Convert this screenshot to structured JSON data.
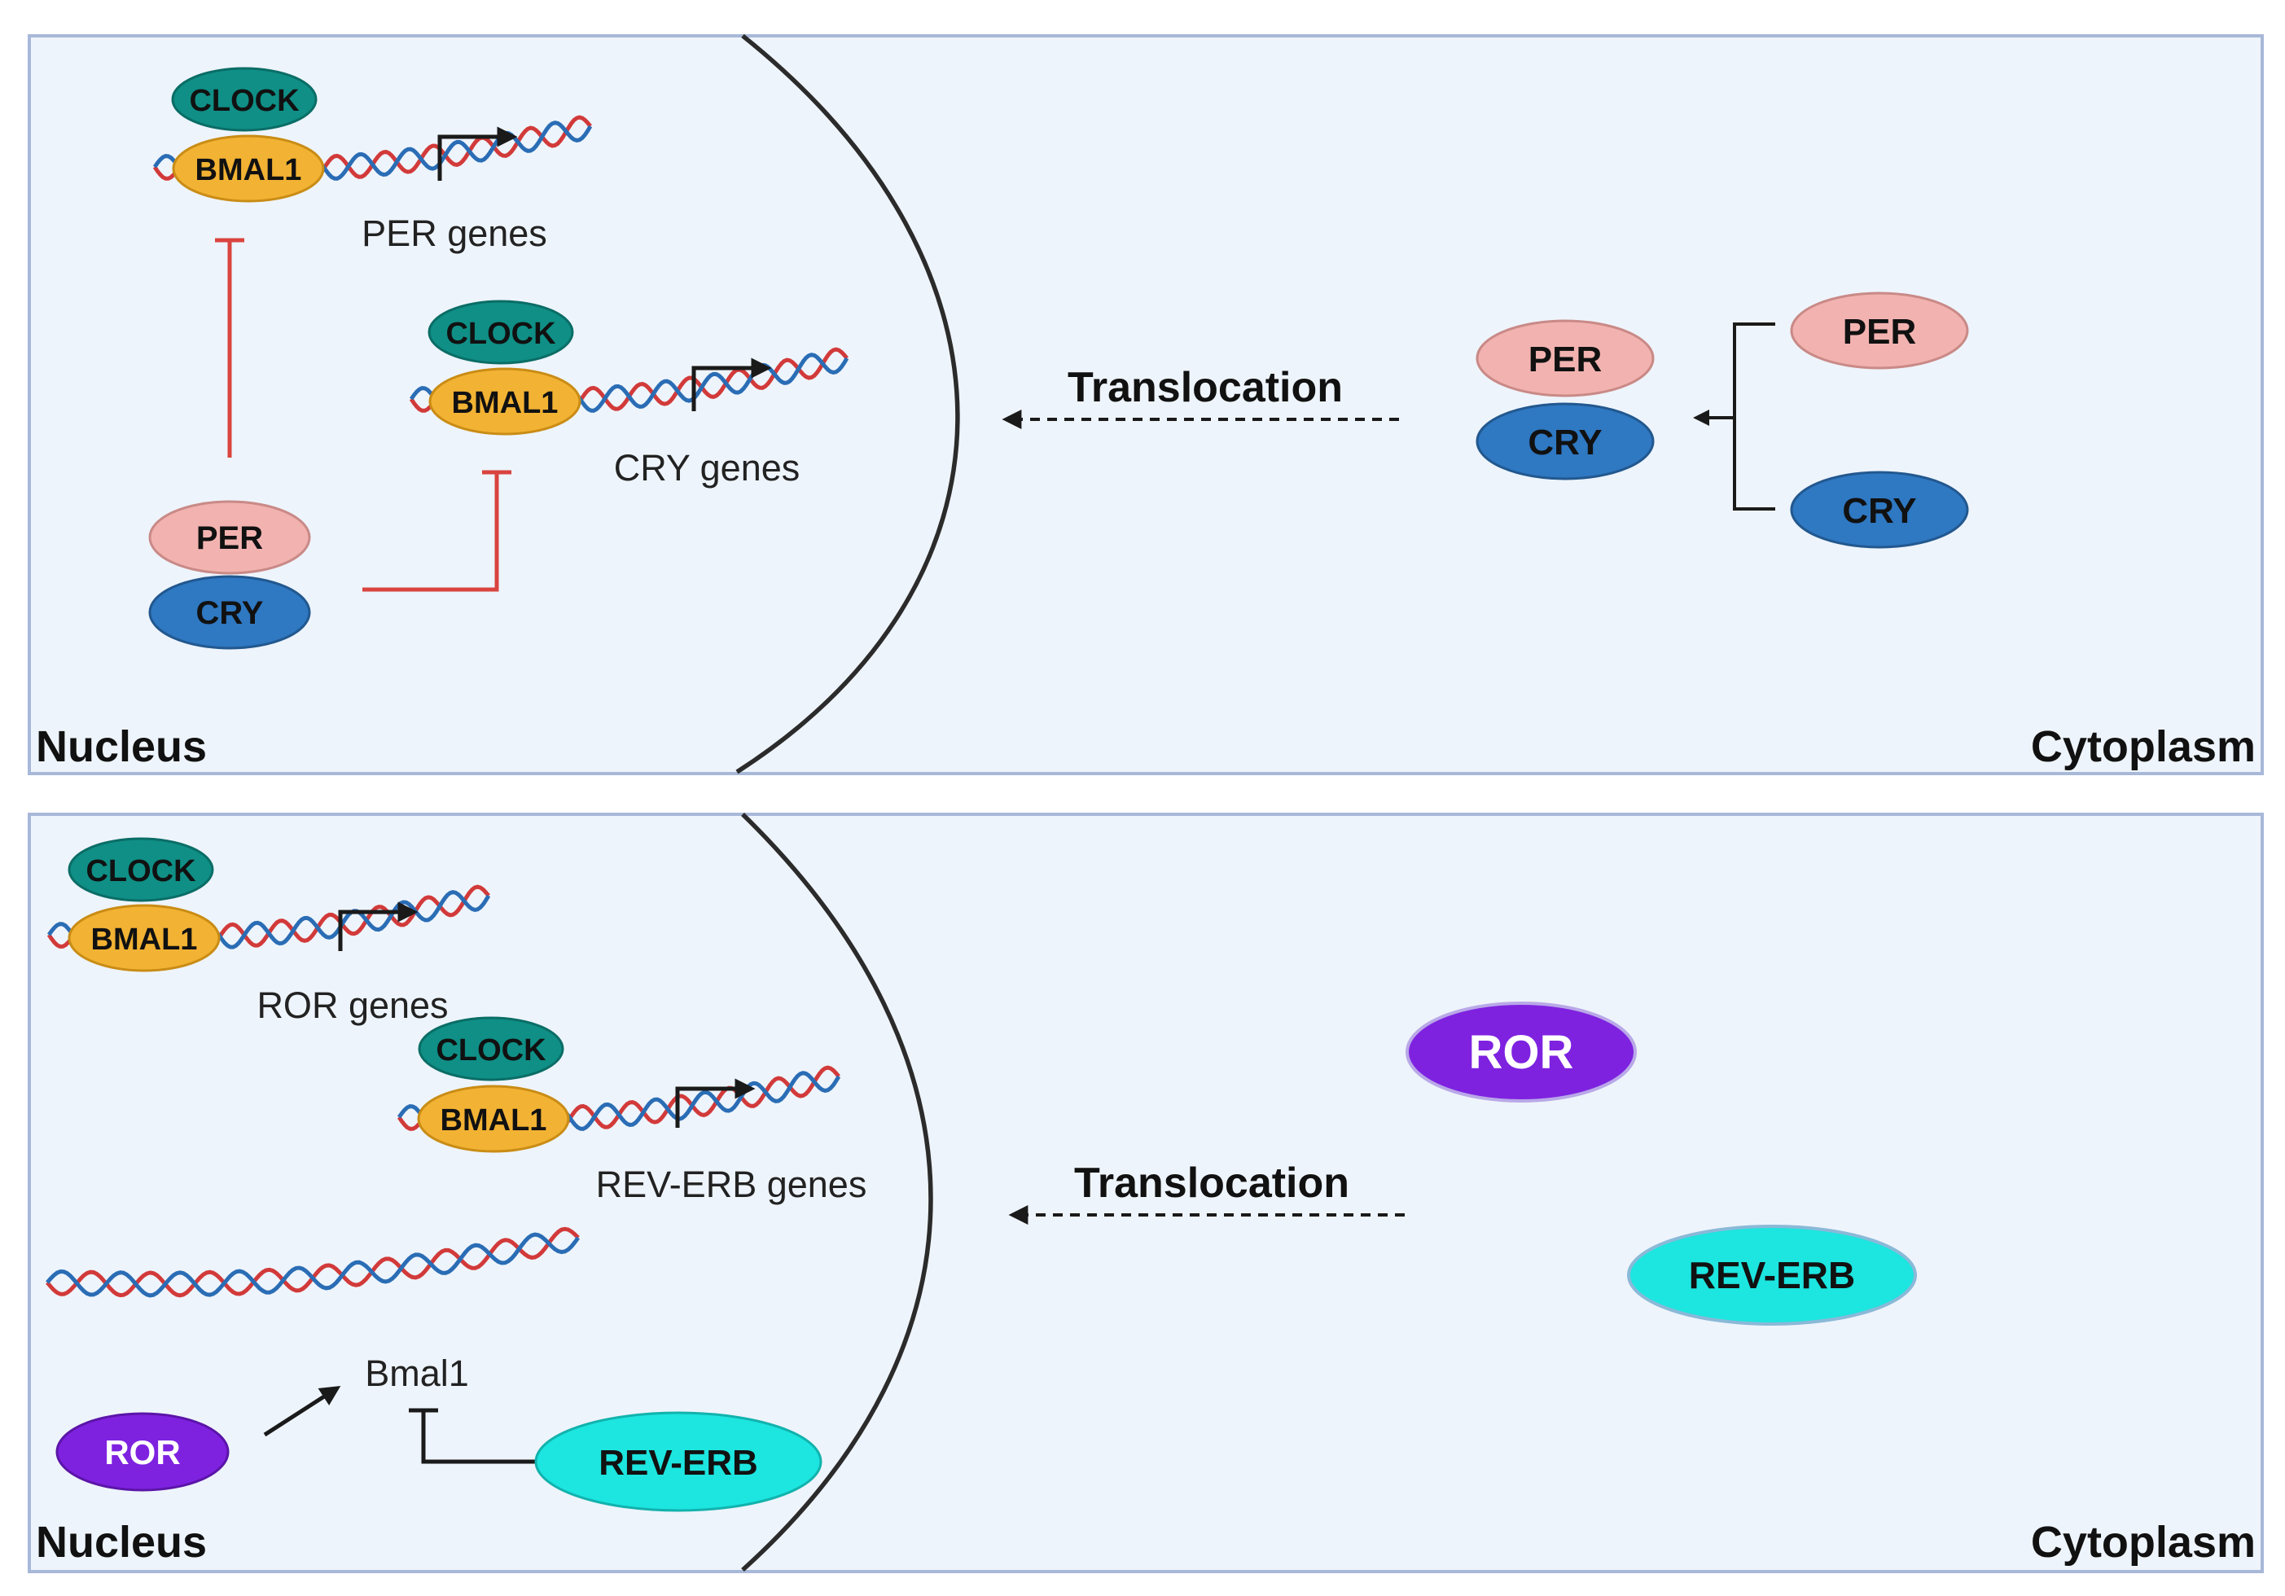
{
  "colors": {
    "panel_bg": "#eef4fb",
    "panel_border": "#a8b8d8",
    "clock": "#0f8f86",
    "bmal1": "#f2b233",
    "per": "#f2b3b0",
    "cry": "#2f78c2",
    "ror": "#7e22e0",
    "reverb": "#1de5df",
    "inhibit_red": "#d9443f",
    "dna_red": "#d23a3a",
    "dna_blue": "#2a6db5"
  },
  "top_panel": {
    "nucleus_label": "Nucleus",
    "cytoplasm_label": "Cytoplasm",
    "translocation_label": "Translocation",
    "gene1": {
      "clock": "CLOCK",
      "bmal1": "BMAL1",
      "label": "PER genes"
    },
    "gene2": {
      "clock": "CLOCK",
      "bmal1": "BMAL1",
      "label": "CRY genes"
    },
    "nuclear_complex": {
      "per": "PER",
      "cry": "CRY"
    },
    "cyto_complex": {
      "per": "PER",
      "cry": "CRY"
    },
    "free_per": "PER",
    "free_cry": "CRY"
  },
  "bottom_panel": {
    "nucleus_label": "Nucleus",
    "cytoplasm_label": "Cytoplasm",
    "translocation_label": "Translocation",
    "gene1": {
      "clock": "CLOCK",
      "bmal1": "BMAL1",
      "label": "ROR genes"
    },
    "gene2": {
      "clock": "CLOCK",
      "bmal1": "BMAL1",
      "label": "REV-ERB genes"
    },
    "bmal1_gene_label": "Bmal1",
    "nuclear_ror": "ROR",
    "nuclear_reverb": "REV-ERB",
    "cyto_ror": "ROR",
    "cyto_reverb": "REV-ERB"
  }
}
